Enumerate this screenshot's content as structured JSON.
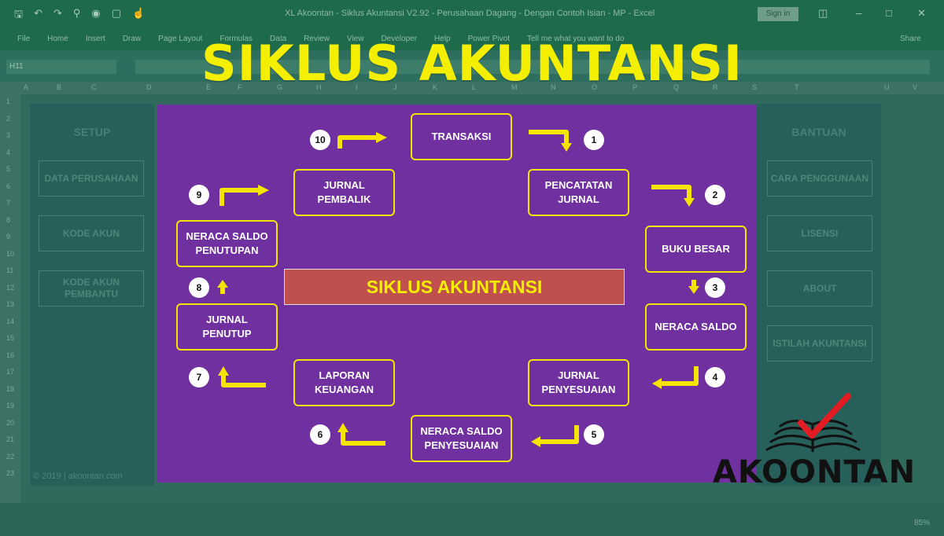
{
  "excel": {
    "doc_title": "XL Akoontan - Siklus Akuntansi V2.92 - Perusahaan Dagang - Dengan Contoh Isian - MP - Excel",
    "signin": "Sign in",
    "ribbon_tabs": [
      "File",
      "Home",
      "Insert",
      "Draw",
      "Page Layout",
      "Formulas",
      "Data",
      "Review",
      "View",
      "Developer",
      "Help",
      "Power Pivot",
      "Tell me what you want to do"
    ],
    "share": "Share",
    "namebox": "H11",
    "zoom": "85%",
    "columns": [
      "A",
      "B",
      "C",
      "D",
      "E",
      "F",
      "G",
      "H",
      "I",
      "J",
      "K",
      "L",
      "M",
      "N",
      "O",
      "P",
      "Q",
      "R",
      "S",
      "T",
      "U",
      "V"
    ],
    "rows": [
      "1",
      "2",
      "3",
      "4",
      "5",
      "6",
      "7",
      "8",
      "9",
      "10",
      "11",
      "12",
      "13",
      "14",
      "15",
      "16",
      "17",
      "18",
      "19",
      "20",
      "21",
      "22",
      "23"
    ]
  },
  "side_left": {
    "header": "SETUP",
    "buttons": [
      "DATA PERUSAHAAN",
      "KODE AKUN",
      "KODE AKUN PEMBANTU"
    ],
    "copyright": "© 2019 | akoontan.com"
  },
  "side_right": {
    "header": "BANTUAN",
    "buttons": [
      "CARA PENGGUNAAN",
      "LISENSI",
      "ABOUT",
      "ISTILAH AKUNTANSI"
    ]
  },
  "title": "SIKLUS AKUNTANSI",
  "center_label": "SIKLUS AKUNTANSI",
  "steps": [
    "TRANSAKSI",
    "PENCATATAN JURNAL",
    "BUKU BESAR",
    "NERACA SALDO",
    "JURNAL PENYESUAIAN",
    "NERACA SALDO PENYESUAIAN",
    "LAPORAN KEUANGAN",
    "JURNAL PENUTUP",
    "NERACA SALDO PENUTUPAN",
    "JURNAL PEMBALIK"
  ],
  "numbers": [
    "1",
    "2",
    "3",
    "4",
    "5",
    "6",
    "7",
    "8",
    "9",
    "10"
  ],
  "colors": {
    "panel": "#7030a0",
    "accent": "#f5e400",
    "center": "#c0504d",
    "excel_green": "#1d6b4a"
  },
  "logo": {
    "text": "AKOONTAN",
    "icons": [
      "book-icon",
      "checkmark-icon"
    ]
  }
}
